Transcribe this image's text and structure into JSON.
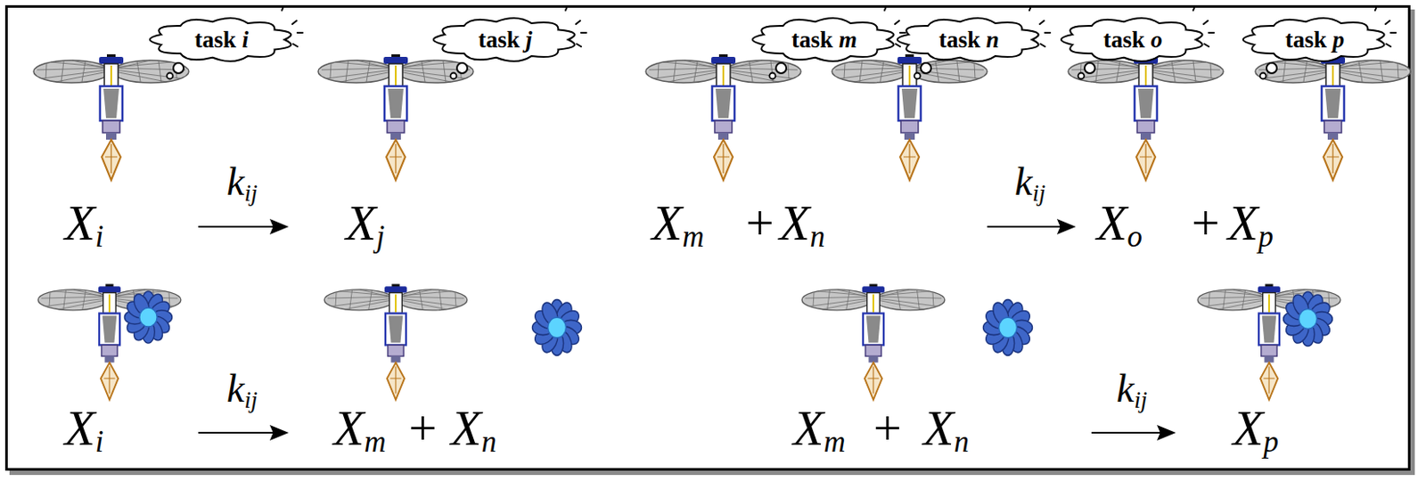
{
  "diagram": {
    "nodes": [
      {
        "text": [
          "task i"
        ]
      },
      {
        "text": [
          "task j"
        ]
      },
      {
        "text": [
          "task m"
        ]
      },
      {
        "text": [
          "task n"
        ]
      },
      {
        "text": [
          "task o"
        ]
      },
      {
        "text": [
          "task p"
        ]
      }
    ],
    "labels": [
      "Xi",
      "kij",
      "Xj",
      "Xm",
      "+",
      "Xn",
      "kij",
      "Xo",
      "+",
      "Xp",
      "Xi",
      "kij",
      "Xm",
      "+",
      "Xn",
      "Xm",
      "+",
      "Xn",
      "kij",
      "Xp"
    ]
  }
}
